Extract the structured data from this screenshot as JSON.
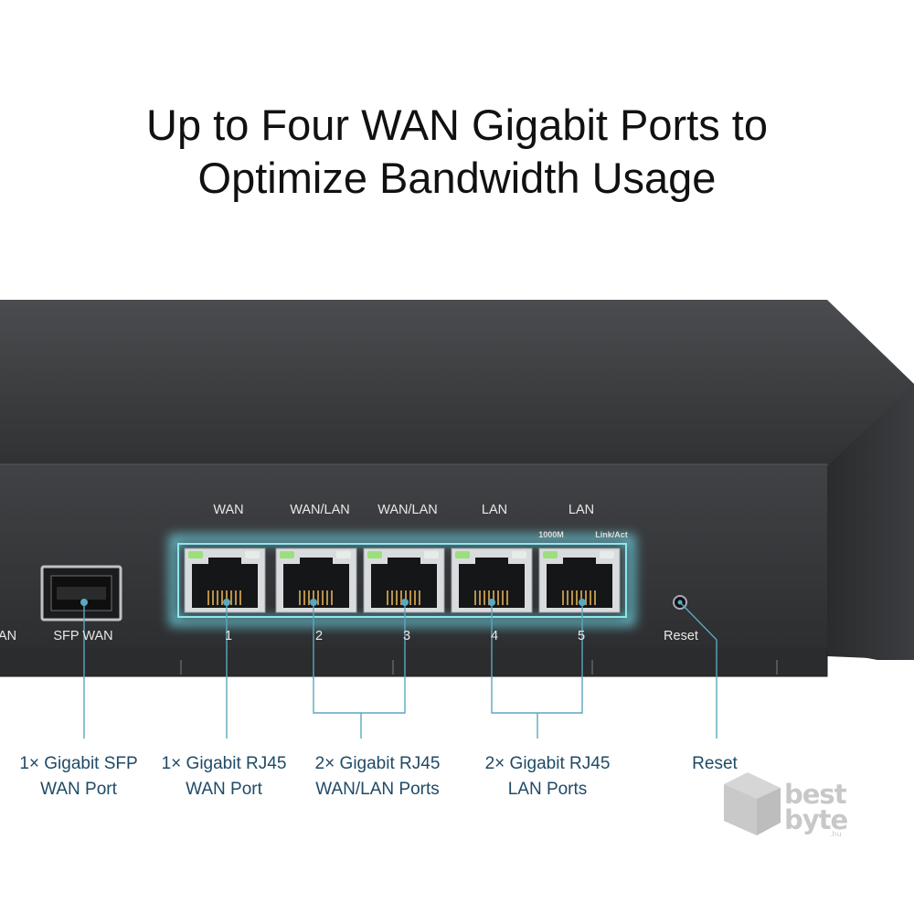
{
  "headline": {
    "line1": "Up to Four WAN Gigabit Ports to",
    "line2": "Optimize Bandwidth Usage"
  },
  "panel": {
    "cut_left_label": "AN",
    "sfp_label": "SFP WAN",
    "port_headers": [
      "WAN",
      "WAN/LAN",
      "WAN/LAN",
      "LAN",
      "LAN"
    ],
    "led_legend_1000m": "1000M",
    "led_legend_linkact": "Link/Act",
    "port_numbers": [
      "1",
      "2",
      "3",
      "4",
      "5"
    ],
    "reset_label": "Reset"
  },
  "callouts": {
    "sfp": {
      "line1": "1× Gigabit SFP",
      "line2": "WAN Port"
    },
    "wan": {
      "line1": "1× Gigabit RJ45",
      "line2": "WAN Port"
    },
    "wanlan": {
      "line1": "2× Gigabit RJ45",
      "line2": "WAN/LAN Ports"
    },
    "lan": {
      "line1": "2× Gigabit RJ45",
      "line2": "LAN Ports"
    },
    "reset": {
      "line1": "Reset"
    }
  },
  "watermark": {
    "line1": "best",
    "line2": "byte",
    "tld": ".hu"
  },
  "colors": {
    "chassis": "#3a3c3e",
    "highlight": "#6fd8e6",
    "callout_text": "#1f4a66",
    "leader_line": "#5aa9bd",
    "led_green": "#9be07a"
  }
}
